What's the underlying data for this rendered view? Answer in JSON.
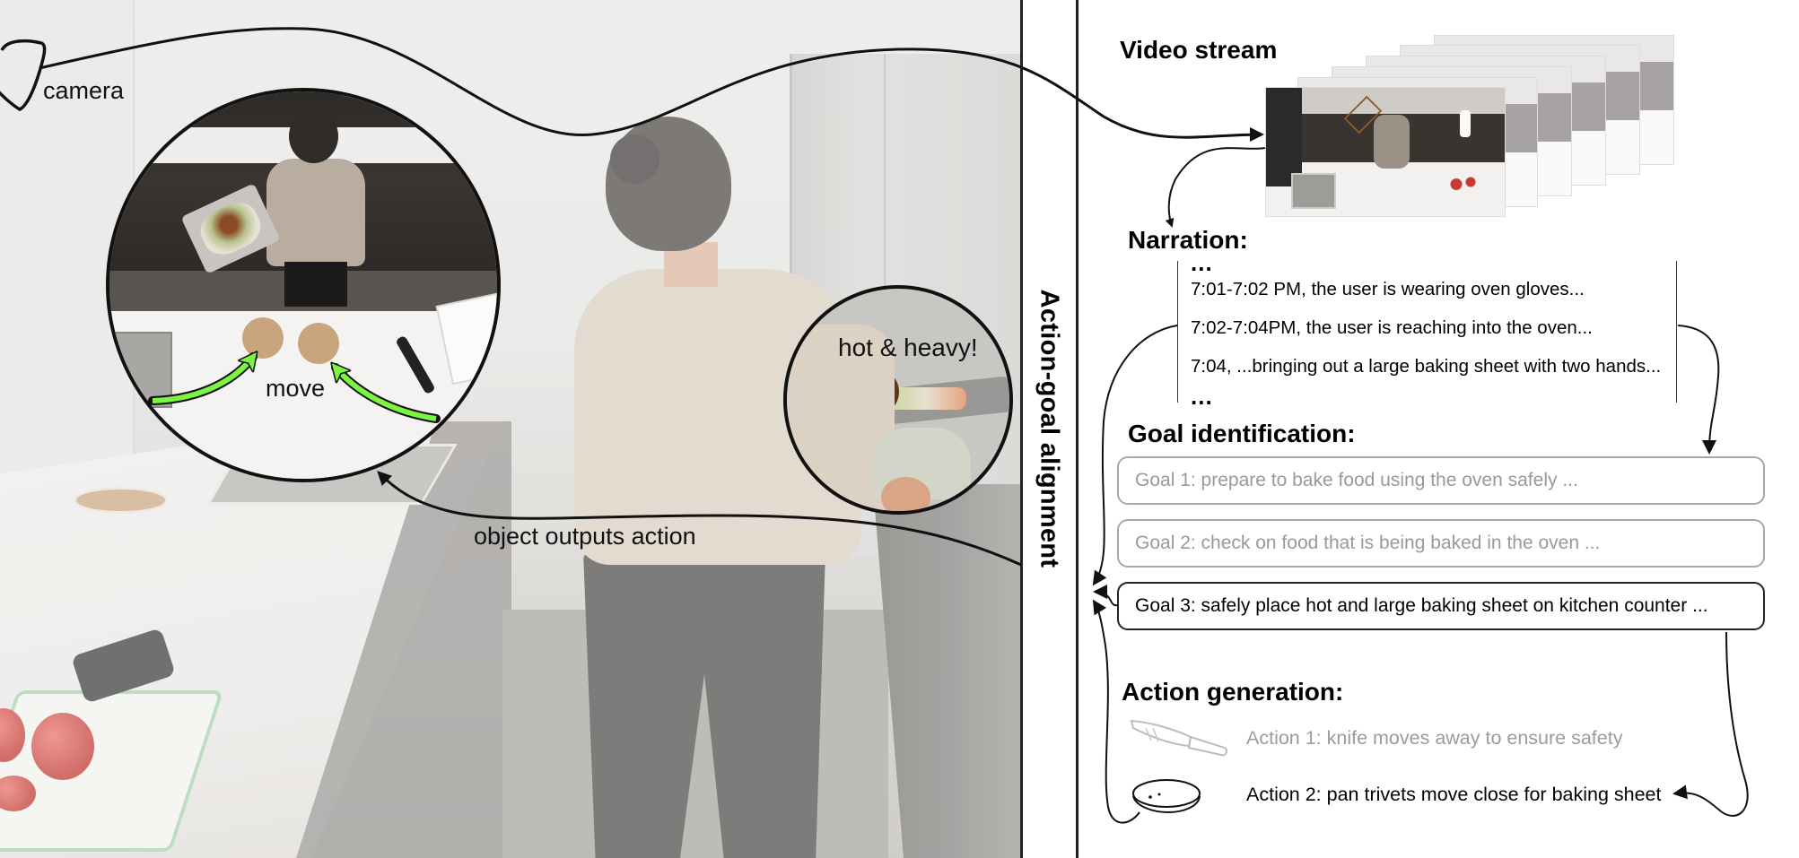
{
  "figure": {
    "left_panel": {
      "labels": {
        "camera": "camera",
        "move": "move",
        "hot_heavy": "hot & heavy!",
        "object_outputs_action": "object outputs action"
      },
      "icons": [
        "camera-icon",
        "green-move-arrow-icon",
        "zoom-circle"
      ]
    },
    "separator": {
      "label": "Action-goal alignment"
    },
    "right_panel": {
      "video_stream": {
        "title": "Video stream",
        "frame_count": 6
      },
      "narration": {
        "title": "Narration:",
        "ellipsis_top": "...",
        "lines": [
          "7:01-7:02 PM, the user is wearing oven gloves...",
          "7:02-7:04PM, the user is reaching into the oven...",
          "7:04, ...bringing out a large baking sheet with two hands..."
        ],
        "ellipsis_bottom": "..."
      },
      "goal_identification": {
        "title": "Goal identification:",
        "goals": [
          {
            "label": "Goal 1: prepare to bake food using the oven safely ...",
            "active": false
          },
          {
            "label": "Goal 2: check on food that is being baked in the oven ...",
            "active": false
          },
          {
            "label": "Goal 3: safely place hot and large baking sheet on kitchen counter ...",
            "active": true
          }
        ]
      },
      "action_generation": {
        "title": "Action generation:",
        "actions": [
          {
            "label": "Action 1: knife moves away to ensure safety",
            "icon": "knife-icon",
            "active": false
          },
          {
            "label": "Action 2: pan trivets move close for baking sheet",
            "icon": "trivet-icon",
            "active": true
          }
        ]
      }
    },
    "colors": {
      "arrow": "#111111",
      "move_arrow": "#7cf542",
      "dim_text": "#9b9b9b",
      "active_border": "#222222",
      "inactive_border": "#a8a8a8"
    }
  }
}
